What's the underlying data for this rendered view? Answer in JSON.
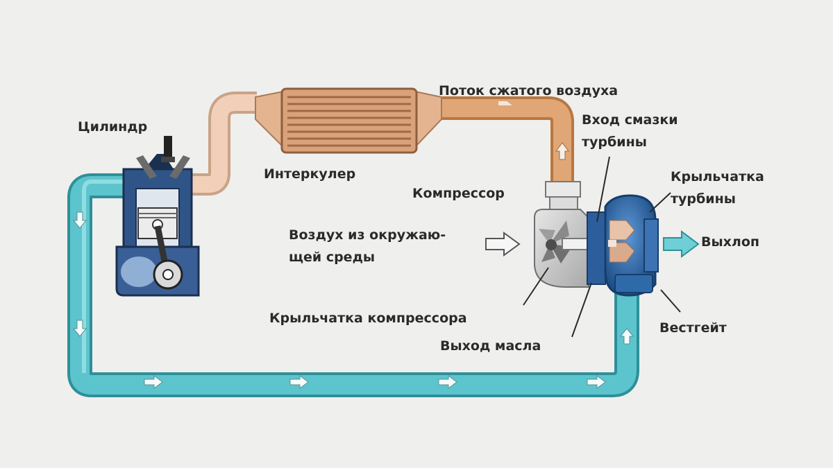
{
  "labels": {
    "cylinder": "Цилиндр",
    "intercooler": "Интеркулер",
    "compressed_air_flow": "Поток сжатого воздуха",
    "turbine_oil_inlet_line1": "Вход смазки",
    "turbine_oil_inlet_line2": "турбины",
    "compressor": "Компрессор",
    "turbine_wheel_line1": "Крыльчатка",
    "turbine_wheel_line2": "турбины",
    "ambient_air_line1": "Воздух из окружаю-",
    "ambient_air_line2": "щей среды",
    "exhaust": "Выхлоп",
    "compressor_wheel": "Крыльчатка компрессора",
    "wastegate": "Вестгейт",
    "oil_outlet": "Выход масла"
  },
  "colors": {
    "background": "#efefed",
    "exhaust_pipe": "#5cc4cc",
    "intake_pipe": "#e0a676",
    "engine_blue": "#3a5f96",
    "turbine_blue": "#2f6aa8",
    "compressor_grey": "#c9c9c9",
    "text": "#2a2a2a"
  }
}
